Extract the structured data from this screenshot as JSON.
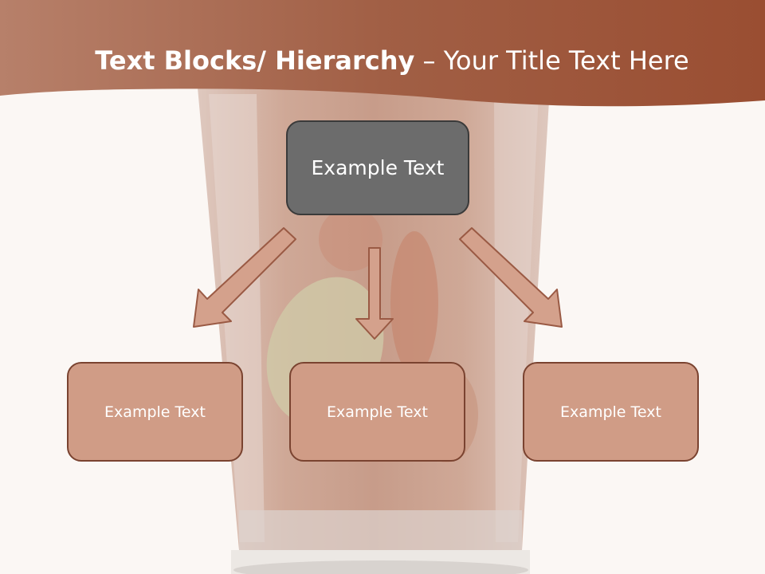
{
  "title": {
    "bold": "Text Blocks/ Hierarchy",
    "dash": " – ",
    "rest": "Your Title Text Here"
  },
  "diagram": {
    "top_box": {
      "label": "Example Text"
    },
    "children": [
      {
        "label": "Example Text"
      },
      {
        "label": "Example Text"
      },
      {
        "label": "Example Text"
      }
    ]
  },
  "colors": {
    "banner_start": "#b27860",
    "banner_end": "#9a4e32",
    "top_box_fill": "#6c6c6c",
    "child_box_fill": "#d09c86",
    "child_box_border": "#7a4330",
    "arrow_fill": "#d4a18c",
    "arrow_stroke": "#9a5a44"
  }
}
